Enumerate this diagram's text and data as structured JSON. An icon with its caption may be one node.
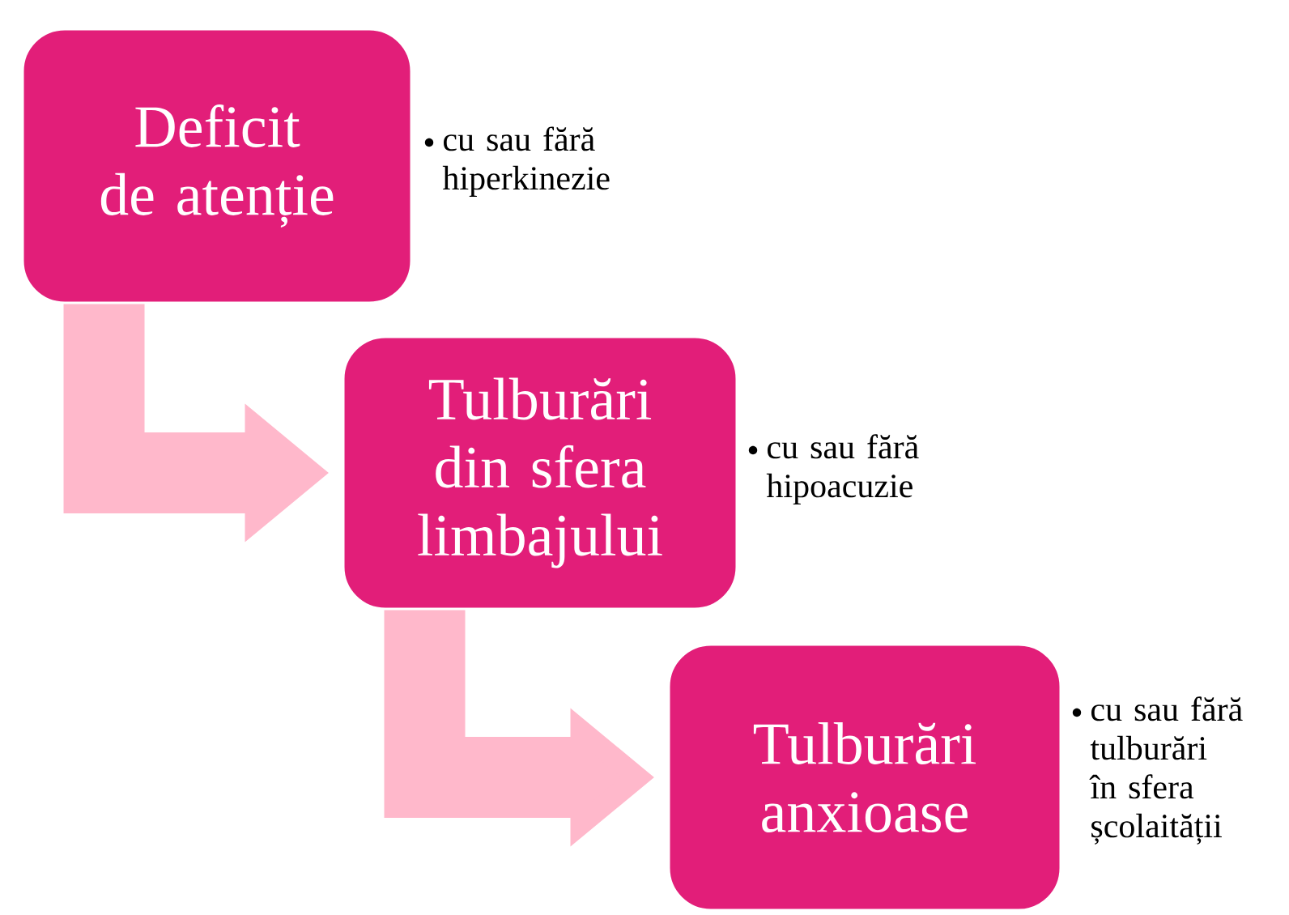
{
  "diagram": {
    "nodes": [
      {
        "text": [
          "Deficit de atenție"
        ],
        "beside": [
          "cu sau fără hiperkinezie"
        ]
      },
      {
        "text": [
          "Tulburări din sfera limbajului"
        ],
        "beside": [
          "cu sau fără hipoacuzie"
        ]
      },
      {
        "text": [
          "Tulburări anxioase"
        ],
        "beside": [
          "cu sau fără tulburări în sfera școlaității"
        ]
      }
    ],
    "edges": [
      {
        "from": 0,
        "to": 1,
        "arrow": "to"
      },
      {
        "from": 1,
        "to": 2,
        "arrow": "to"
      }
    ]
  }
}
